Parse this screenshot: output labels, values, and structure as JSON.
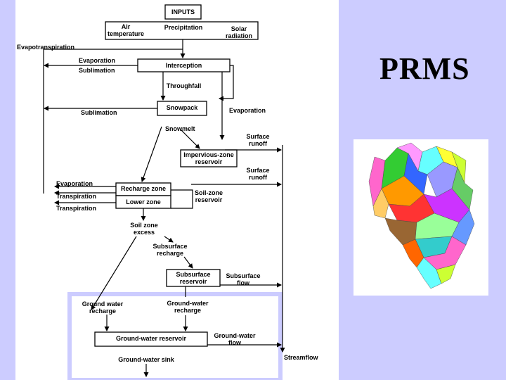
{
  "slide": {
    "title": "PRMS"
  },
  "diagram": {
    "labels": {
      "inputs": "INPUTS",
      "air_temperature": "Air\ntemperature",
      "precipitation": "Precipitation",
      "solar_radiation": "Solar\nradiation",
      "evapotranspiration": "Evapotranspiration",
      "evaporation_top": "Evaporation",
      "sublimation_top": "Sublimation",
      "interception": "Interception",
      "throughfall": "Throughfall",
      "sublimation_mid": "Sublimation",
      "snowpack": "Snowpack",
      "evaporation_mid": "Evaporation",
      "snowmelt": "Snowmelt",
      "surface_runoff_1": "Surface\nrunoff",
      "impervious_zone_reservoir": "Impervious-zone\nreservoir",
      "surface_runoff_2": "Surface\nrunoff",
      "evaporation_low": "Evaporation",
      "transpiration_1": "Transpiration",
      "transpiration_2": "Transpiration",
      "recharge_zone": "Recharge zone",
      "lower_zone": "Lower zone",
      "soil_zone_reservoir": "Soil-zone\nreservoir",
      "soil_zone_excess": "Soil zone\nexcess",
      "subsurface_recharge": "Subsurface\nrecharge",
      "subsurface_reservoir": "Subsurface\nreservoir",
      "subsurface_flow": "Subsurface\nflow",
      "ground_water_recharge_1": "Ground water\nrecharge",
      "ground_water_recharge_2": "Ground-water\nrecharge",
      "ground_water_reservoir": "Ground-water reservoir",
      "ground_water_flow": "Ground-water\nflow",
      "ground_water_sink": "Ground-water sink",
      "streamflow": "Streamflow"
    }
  },
  "colors": {
    "slide_background": "#ccccff",
    "groundwater_frame": "#ccccff",
    "map_regions": [
      "#ff66cc",
      "#33cc33",
      "#ffff33",
      "#66ffff",
      "#3366ff",
      "#ff9900",
      "#cc33ff",
      "#ff3333",
      "#99ff99",
      "#ff99ff",
      "#6699ff",
      "#ccff33",
      "#996633",
      "#33cccc",
      "#ff6600",
      "#9999ff",
      "#66cc66",
      "#ffcc66"
    ]
  }
}
